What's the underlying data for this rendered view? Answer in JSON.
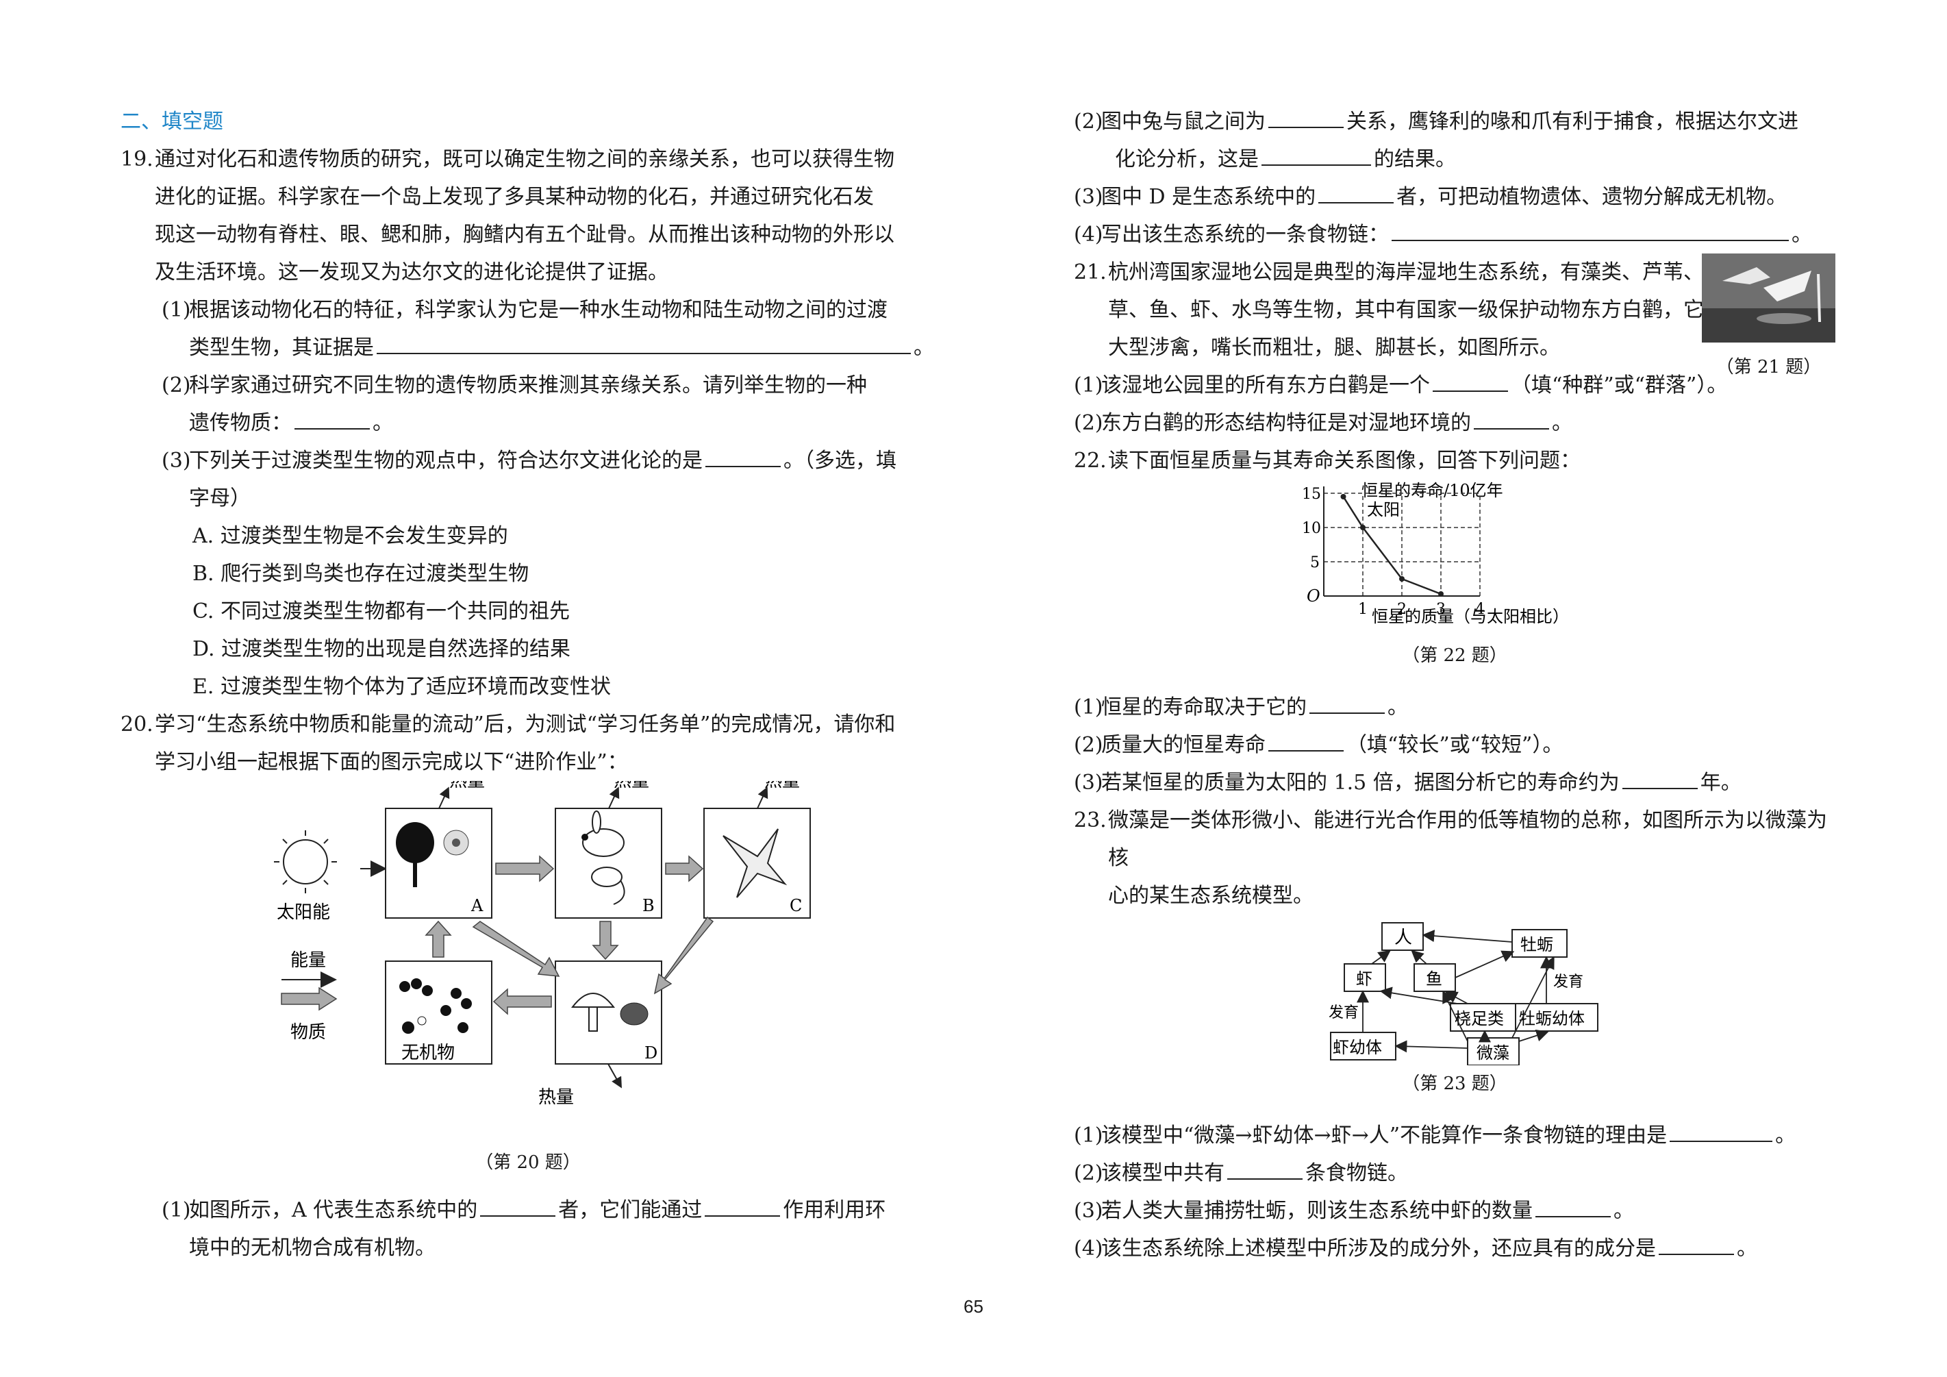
{
  "section_title": "二、填空题",
  "q19": {
    "num": "19.",
    "l1": "通过对化石和遗传物质的研究，既可以确定生物之间的亲缘关系，也可以获得生物",
    "l2": "进化的证据。科学家在一个岛上发现了多具某种动物的化石，并通过研究化石发",
    "l3": "现这一动物有脊柱、眼、鳃和肺，胸鳍内有五个趾骨。从而推出该种动物的外形以",
    "l4": "及生活环境。这一发现又为达尔文的进化论提供了证据。",
    "s1_num": "(1)",
    "s1_l1": "根据该动物化石的特征，科学家认为它是一种水生动物和陆生动物之间的过渡",
    "s1_l2": "类型生物，其证据是",
    "s1_end": "。",
    "s2_num": "(2)",
    "s2_l1": "科学家通过研究不同生物的遗传物质来推测其亲缘关系。请列举生物的一种",
    "s2_l2": "遗传物质：",
    "s2_end": "。",
    "s3_num": "(3)",
    "s3_l1": "下列关于过渡类型生物的观点中，符合达尔文进化论的是",
    "s3_l1_end": "。（多选，填",
    "s3_l2": "字母）",
    "optA": "A. 过渡类型生物是不会发生变异的",
    "optB": "B. 爬行类到鸟类也存在过渡类型生物",
    "optC": "C. 不同过渡类型生物都有一个共同的祖先",
    "optD": "D. 过渡类型生物的出现是自然选择的结果",
    "optE": "E. 过渡类型生物个体为了适应环境而改变性状"
  },
  "q20": {
    "num": "20.",
    "l1": "学习“生态系统中物质和能量的流动”后，为测试“学习任务单”的完成情况，请你和",
    "l2": "学习小组一起根据下面的图示完成以下“进阶作业”：",
    "fig": {
      "heat": "热量",
      "sun": "太阳能",
      "energy": "能量",
      "matter": "物质",
      "inorganic": "无机物",
      "A": "A",
      "B": "B",
      "C": "C",
      "D": "D"
    },
    "caption": "（第 20 题）",
    "s1_num": "(1)",
    "s1_a": "如图所示，A 代表生态系统中的",
    "s1_b": "者，它们能通过",
    "s1_c": "作用利用环",
    "s1_l2": "境中的无机物合成有机物。",
    "s2_num": "(2)",
    "s2_a": "图中兔与鼠之间为",
    "s2_b": "关系，鹰锋利的喙和爪有利于捕食，根据达尔文进",
    "s2_l2a": "化论分析，这是",
    "s2_l2b": "的结果。",
    "s3_num": "(3)",
    "s3_a": "图中 D 是生态系统中的",
    "s3_b": "者，可把动植物遗体、遗物分解成无机物。",
    "s4_num": "(4)",
    "s4_a": "写出该生态系统的一条食物链：",
    "s4_end": "。"
  },
  "q21": {
    "num": "21.",
    "l1": "杭州湾国家湿地公园是典型的海岸湿地生态系统，有藻类、芦苇、水",
    "l2": "草、鱼、虾、水鸟等生物，其中有国家一级保护动物东方白鹳，它属于",
    "l3": "大型涉禽，嘴长而粗壮，腿、脚甚长，如图所示。",
    "caption": "（第 21 题）",
    "s1_num": "(1)",
    "s1_a": "该湿地公园里的所有东方白鹳是一个",
    "s1_b": "（填“种群”或“群落”）。",
    "s2_num": "(2)",
    "s2_a": "东方白鹳的形态结构特征是对湿地环境的",
    "s2_end": "。"
  },
  "q22": {
    "num": "22.",
    "l1": "读下面恒星质量与其寿命关系图像，回答下列问题：",
    "caption": "（第 22 题）",
    "s1_num": "(1)",
    "s1_a": "恒星的寿命取决于它的",
    "s1_end": "。",
    "s2_num": "(2)",
    "s2_a": "质量大的恒星寿命",
    "s2_b": "（填“较长”或“较短”）。",
    "s3_num": "(3)",
    "s3_a": "若某恒星的质量为太阳的 1.5 倍，据图分析它的寿命约为",
    "s3_b": "年。"
  },
  "chart_data": {
    "type": "line",
    "title": "",
    "ylabel": "恒星的寿命/10亿年",
    "xlabel": "恒星的质量（与太阳相比）",
    "origin_label": "O",
    "x_ticks": [
      "1",
      "2",
      "3",
      "4"
    ],
    "y_ticks": [
      "5",
      "10",
      "15"
    ],
    "xlim": [
      0,
      4
    ],
    "ylim": [
      0,
      15
    ],
    "grid": true,
    "annotation": "太阳",
    "x": [
      0.5,
      1,
      2,
      3
    ],
    "y": [
      14.5,
      10,
      2.5,
      0.3
    ]
  },
  "q23": {
    "num": "23.",
    "l1": "微藻是一类体形微小、能进行光合作用的低等植物的总称，如图所示为以微藻为核",
    "l2": "心的某生态系统模型。",
    "fig": {
      "human": "人",
      "oyster": "牡蛎",
      "shrimp": "虾",
      "fish": "鱼",
      "develop1": "发育",
      "develop2": "发育",
      "copepod": "桡足类",
      "oyster_larva": "牡蛎幼体",
      "shrimp_larva": "虾幼体",
      "microalgae": "微藻"
    },
    "caption": "（第 23 题）",
    "s1_num": "(1)",
    "s1_a": "该模型中“微藻→虾幼体→虾→人”不能算作一条食物链的理由是",
    "s1_end": "。",
    "s2_num": "(2)",
    "s2_a": "该模型中共有",
    "s2_b": "条食物链。",
    "s3_num": "(3)",
    "s3_a": "若人类大量捕捞牡蛎，则该生态系统中虾的数量",
    "s3_end": "。",
    "s4_num": "(4)",
    "s4_a": "该生态系统除上述模型中所涉及的成分外，还应具有的成分是",
    "s4_end": "。"
  },
  "page_number": "65"
}
